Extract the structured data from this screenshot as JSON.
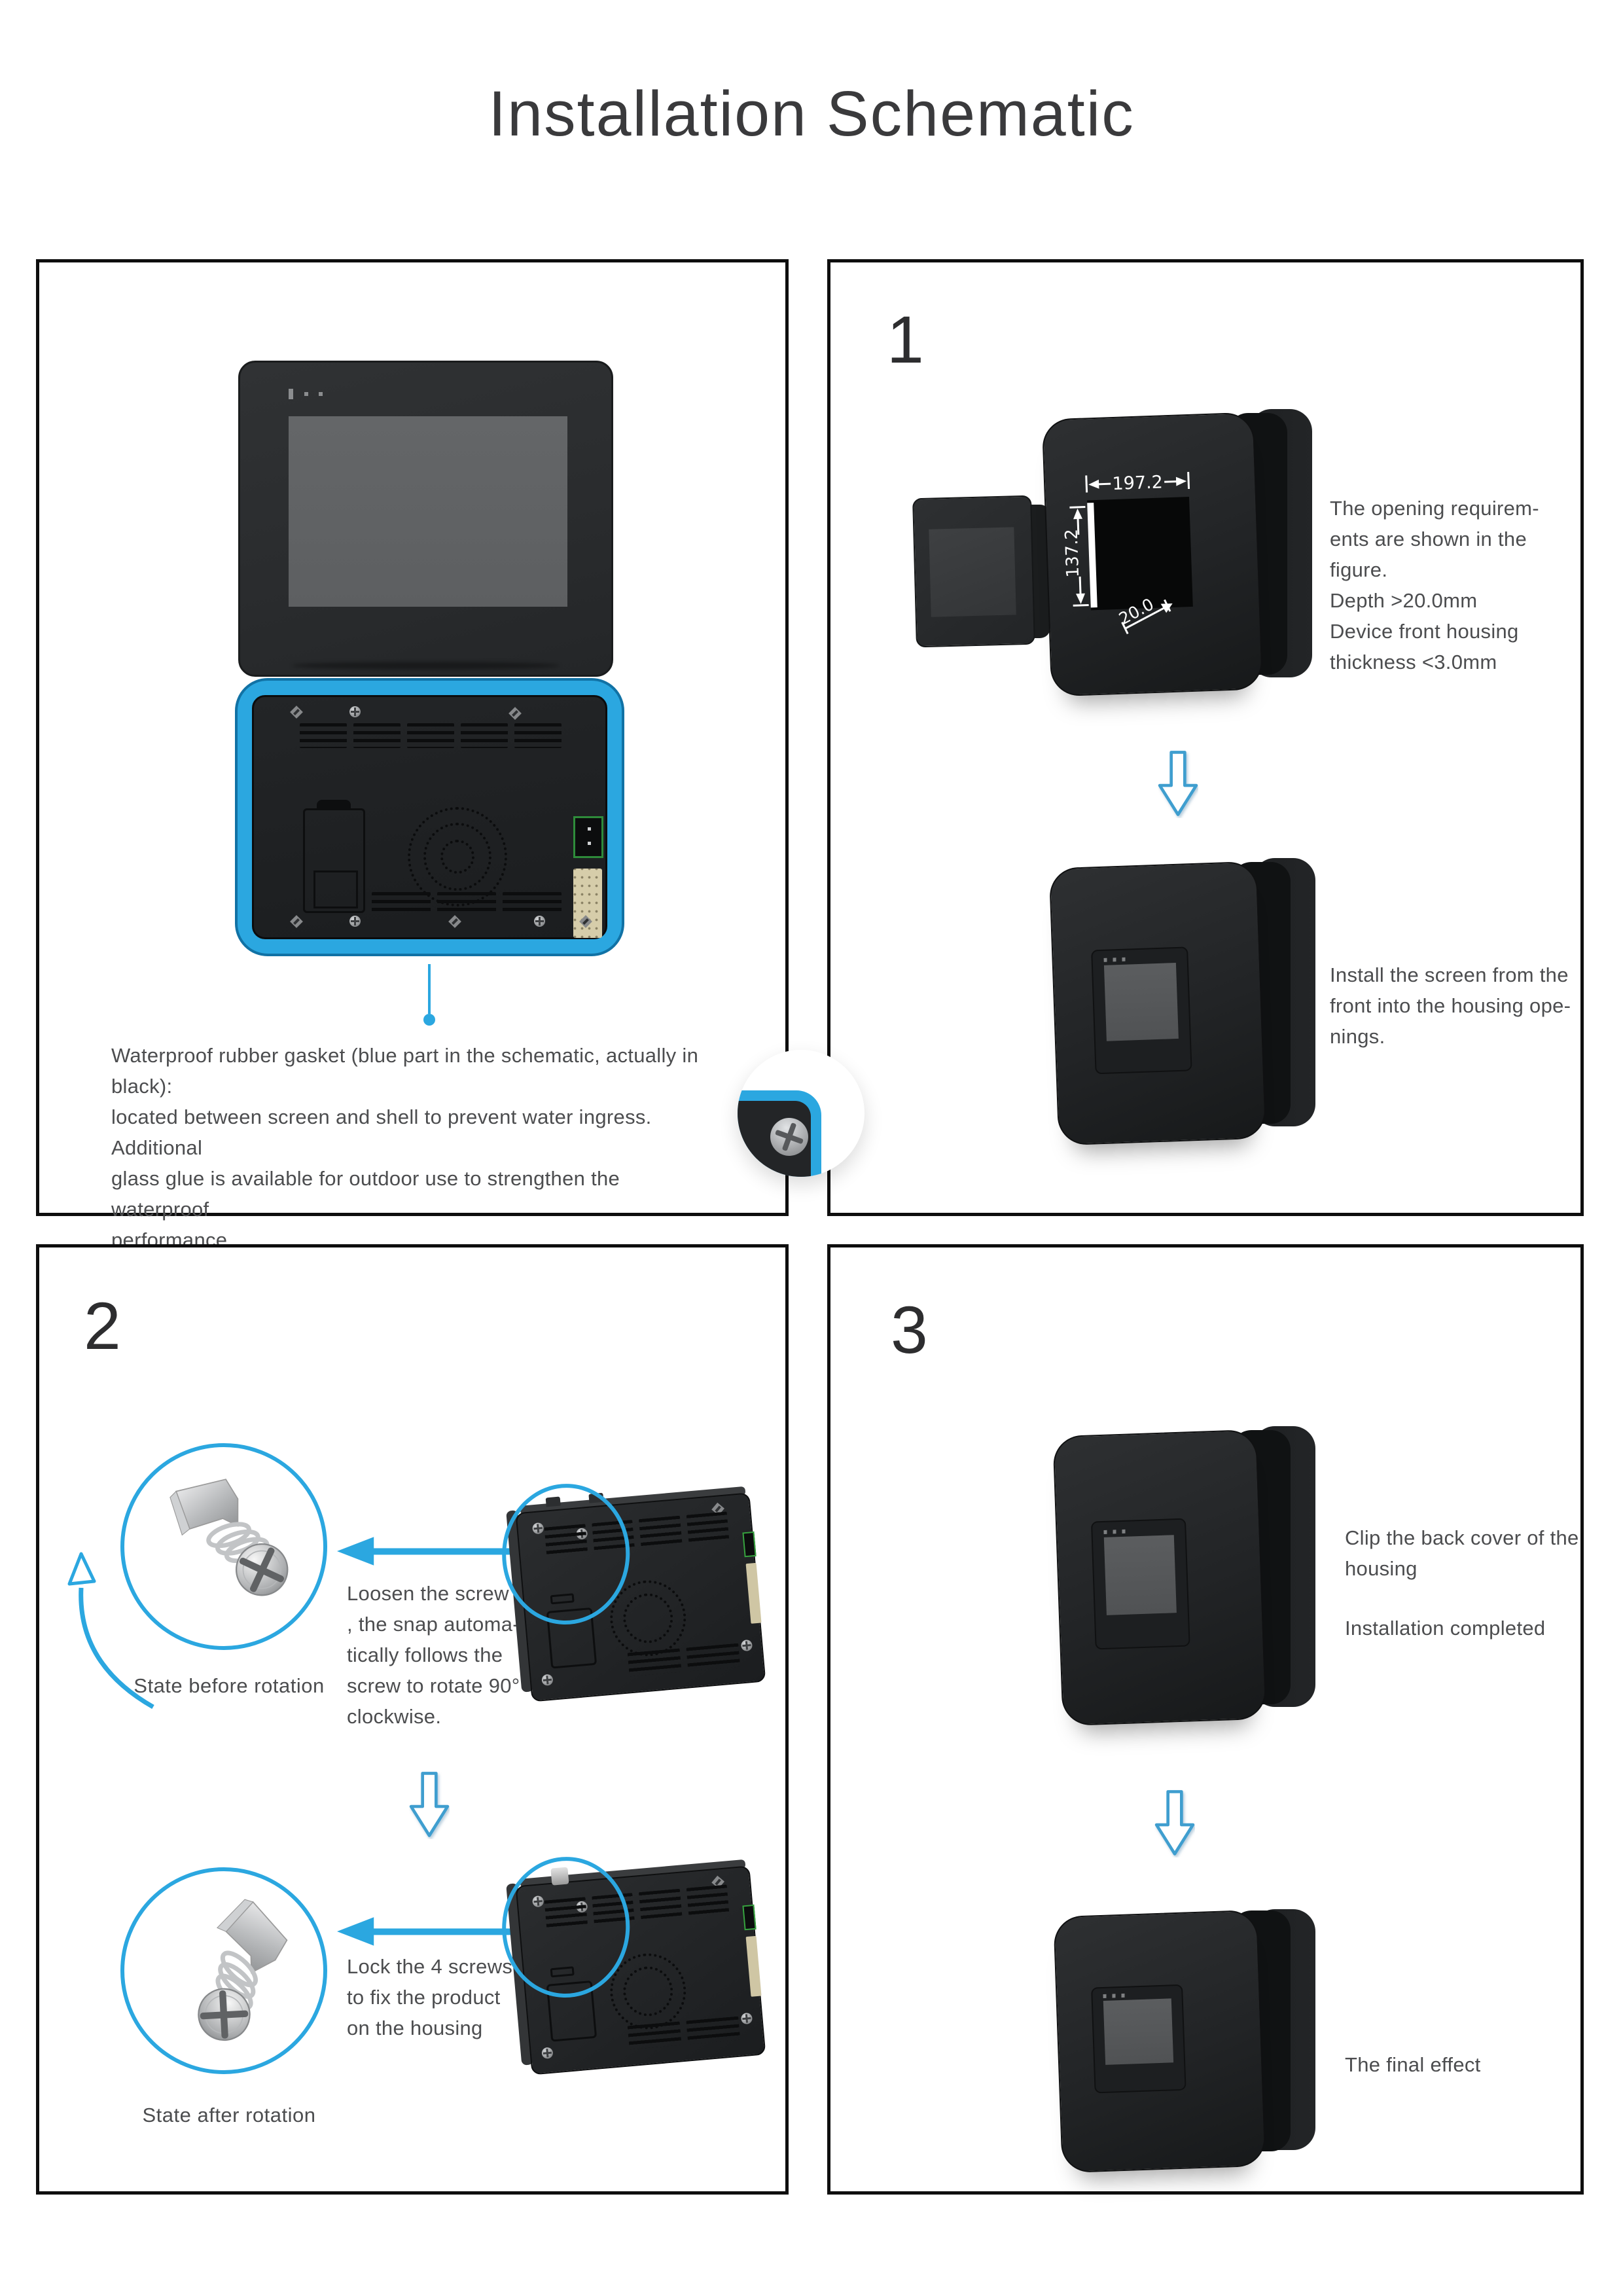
{
  "page": {
    "title": "Installation Schematic"
  },
  "colors": {
    "accent": "#2ba7e0",
    "device_black": "#232527",
    "screen_grey": "#5d5f61",
    "text_grey": "#4c4d4f"
  },
  "intro": {
    "caption": "Waterproof rubber gasket (blue part in the schematic, actually in black):\nlocated between screen and shell to prevent water ingress.  Additional\nglass glue is available for outdoor use to strengthen the waterproof\nperformance"
  },
  "step1": {
    "number": "1",
    "dim_width": "197.2",
    "dim_height": "137.2",
    "dim_depth": "20.0",
    "requirements_text": "The opening requirem-\nents are shown in the figure.\nDepth >20.0mm\nDevice front housing\nthickness <3.0mm",
    "install_text": "Install the screen from the\n front into the housing ope-\nnings."
  },
  "step2": {
    "number": "2",
    "state_before_label": "State before rotation",
    "loosen_text": "Loosen the screw\n, the snap automa-\ntically follows the\nscrew to rotate 90°\nclockwise.",
    "state_after_label": "State after rotation",
    "lock_text": "Lock the 4 screws\nto fix the product\non the housing"
  },
  "step3": {
    "number": "3",
    "clip_text": "Clip the back cover of the\nhousing",
    "completed_text": "Installation completed",
    "final_text": "The final effect"
  }
}
